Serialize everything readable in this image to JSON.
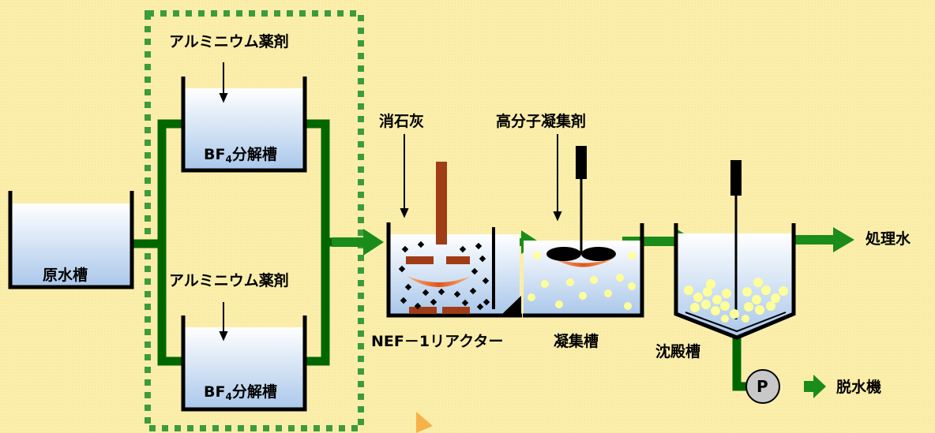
{
  "labels": {
    "raw_tank": "原水槽",
    "aluminum_top": "アルミニウム薬剤",
    "aluminum_bottom": "アルミニウム薬剤",
    "bf4_tank_prefix": "BF",
    "bf4_tank_sub": "4",
    "bf4_tank_suffix": "分解槽",
    "slaked_lime": "消石灰",
    "polymer_coagulant": "高分子凝集剤",
    "reactor": "NEF－1リアクター",
    "coagulation_tank": "凝集槽",
    "settling_tank": "沈殿槽",
    "treated_water": "処理水",
    "dehydrator": "脱水機",
    "pump": "P"
  },
  "colors": {
    "pipe": "#006600",
    "arrow": "#1a8c1a",
    "dashed_box": "#3c9c3c",
    "water_top": "#ffffff",
    "water_bottom": "#a9c7ea",
    "particle": "#ffff99",
    "baffle": "#a03c16",
    "background": "#fbeeab"
  }
}
